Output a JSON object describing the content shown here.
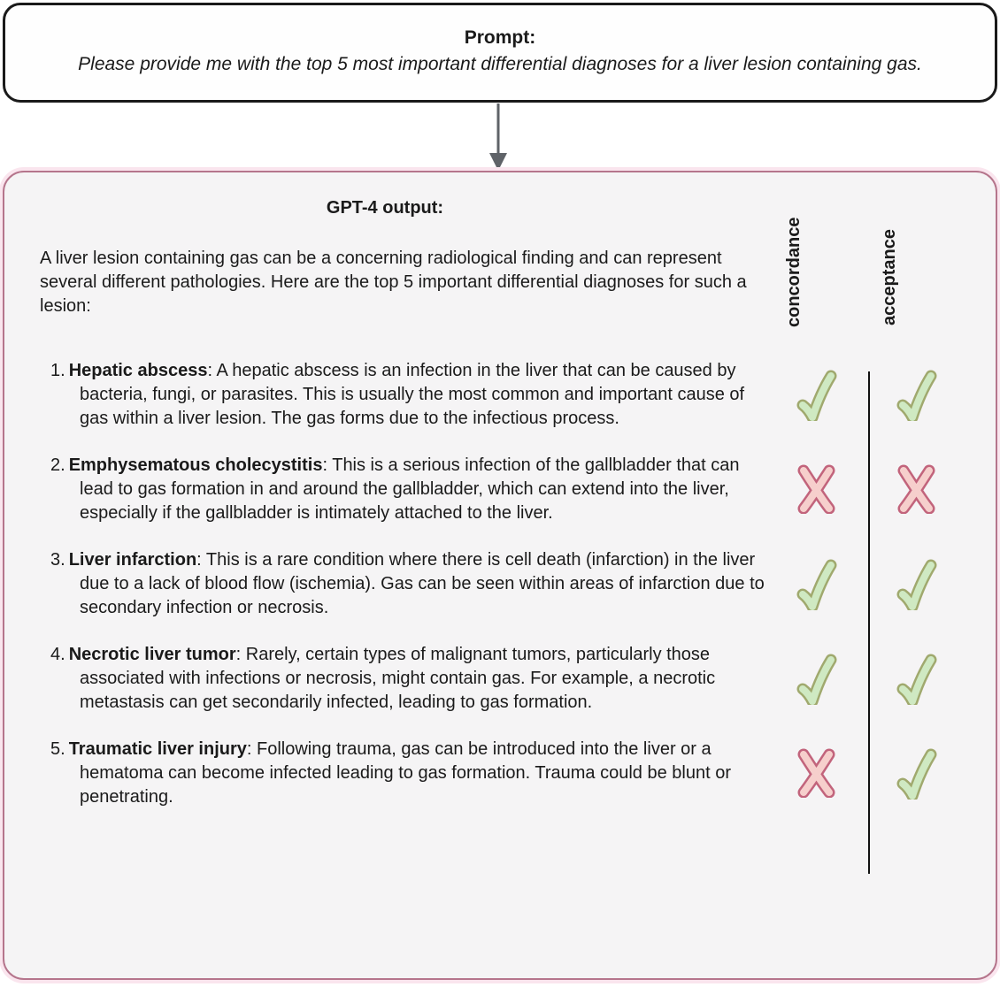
{
  "prompt": {
    "title": "Prompt:",
    "text": "Please provide me with the top 5 most important differential diagnoses for a liver lesion containing gas."
  },
  "output": {
    "title": "GPT-4 output:",
    "intro": "A liver lesion containing gas can be a concerning radiological finding and can represent several different pathologies. Here are the top 5 important differential diagnoses for such a lesion:",
    "columns": {
      "concordance": "concordance",
      "acceptance": "acceptance"
    },
    "items": [
      {
        "number": "1.",
        "term": "Hepatic abscess",
        "description": ": A hepatic abscess is an infection in the liver that can be caused by bacteria, fungi, or parasites. This is usually the most common and important cause of gas within a liver lesion. The gas forms due to the infectious process.",
        "concordance": "check",
        "acceptance": "check"
      },
      {
        "number": "2.",
        "term": "Emphysematous cholecystitis",
        "description": ": This is a serious infection of the gallbladder that can lead to gas formation in and around the gallbladder, which can extend into the liver, especially if the gallbladder is intimately attached to the liver.",
        "concordance": "cross",
        "acceptance": "cross"
      },
      {
        "number": "3.",
        "term": "Liver infarction",
        "description": ": This is a rare condition where there is cell death (infarction) in the liver due to a lack of blood flow (ischemia). Gas can be seen within areas of infarction due to secondary infection or necrosis.",
        "concordance": "check",
        "acceptance": "check"
      },
      {
        "number": "4.",
        "term": "Necrotic liver tumor",
        "description": ": Rarely, certain types of malignant tumors, particularly those associated with infections or necrosis, might contain gas. For example, a necrotic metastasis can get secondarily infected, leading to gas formation.",
        "concordance": "check",
        "acceptance": "check"
      },
      {
        "number": "5.",
        "term": "Traumatic liver injury",
        "description": ": Following trauma, gas can be introduced into the liver or a hematoma can become infected leading to gas formation. Trauma could be blunt or penetrating.",
        "concordance": "cross",
        "acceptance": "check"
      }
    ]
  },
  "colors": {
    "output_border": "#b5758c",
    "output_halo": "#fae5ee",
    "output_background": "#f5f4f5",
    "check_stroke": "#a0a96e",
    "check_fill": "#cfe9c2",
    "cross_stroke": "#c2647c",
    "cross_fill": "#f6cfcc",
    "arrow": "#5f6368",
    "divider": "#111111"
  }
}
